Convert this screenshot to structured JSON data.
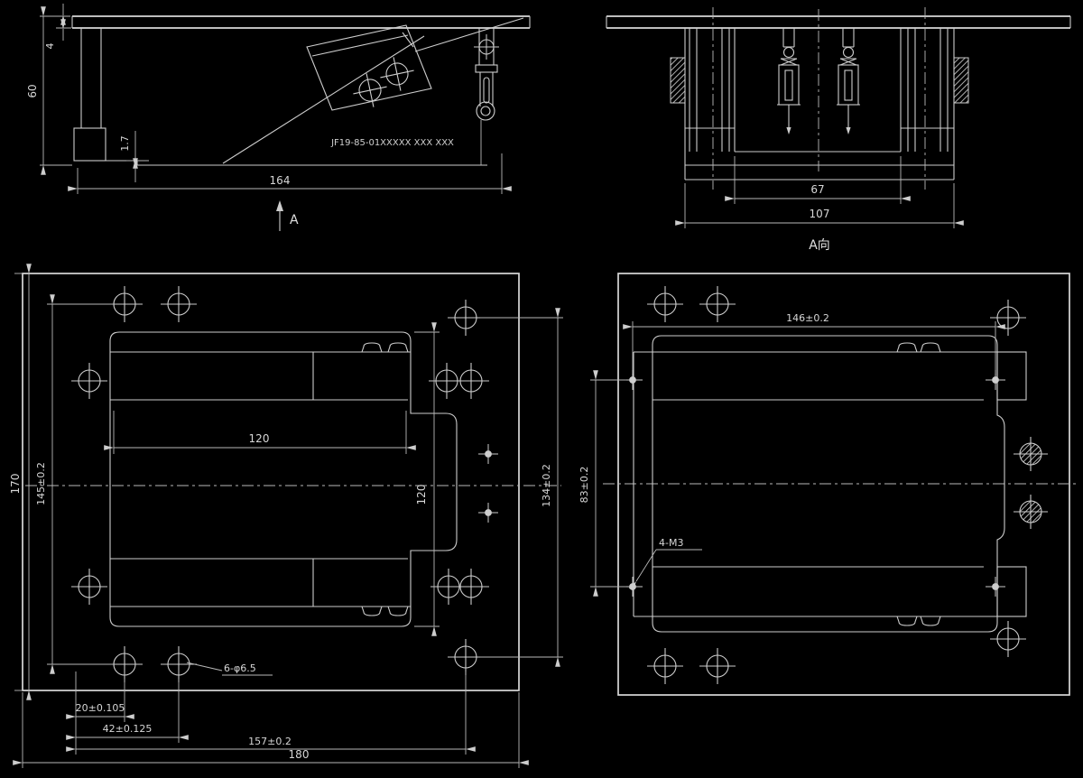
{
  "colors": {
    "background": "#000000",
    "line": "#cdcdcd",
    "text": "#d6d6d6"
  },
  "side_view": {
    "dim_height": "60",
    "dim_plate_thickness": "4",
    "dim_step": "1.7",
    "dim_width": "164",
    "part_number": "JF19-85-01XXXXX XXX XXX",
    "view_arrow": "A"
  },
  "front_view": {
    "dim_inner_width": "67",
    "dim_outer_width": "107",
    "view_label": "A向"
  },
  "plan_view_left": {
    "dim_overall_height": "170",
    "dim_hole_span_vertical": "145±0.2",
    "dim_body_width": "120",
    "dim_body_height": "120",
    "dim_right_hole_span": "134±0.2",
    "dim_hole_offset_1": "20±0.105",
    "dim_hole_offset_2": "42±0.125",
    "dim_hole_span_horizontal": "157±0.2",
    "dim_overall_width": "180",
    "hole_callout": "6-φ6.5"
  },
  "plan_view_right": {
    "dim_hole_span_horizontal": "146±0.2",
    "dim_hole_span_vertical": "83±0.2",
    "hole_callout": "4-M3"
  }
}
